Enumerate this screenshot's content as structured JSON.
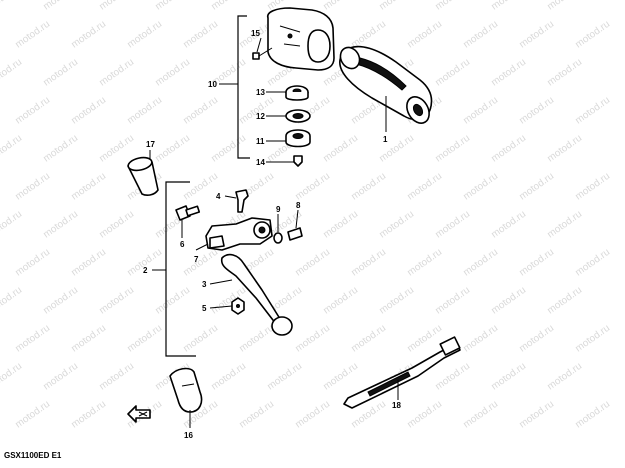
{
  "diagram": {
    "watermark_text": "motod.ru",
    "drawing_code": "GSX1100ED E1",
    "callouts": [
      "1",
      "2",
      "3",
      "4",
      "5",
      "6",
      "7",
      "8",
      "9",
      "10",
      "11",
      "12",
      "13",
      "14",
      "15",
      "16",
      "17",
      "18"
    ]
  }
}
